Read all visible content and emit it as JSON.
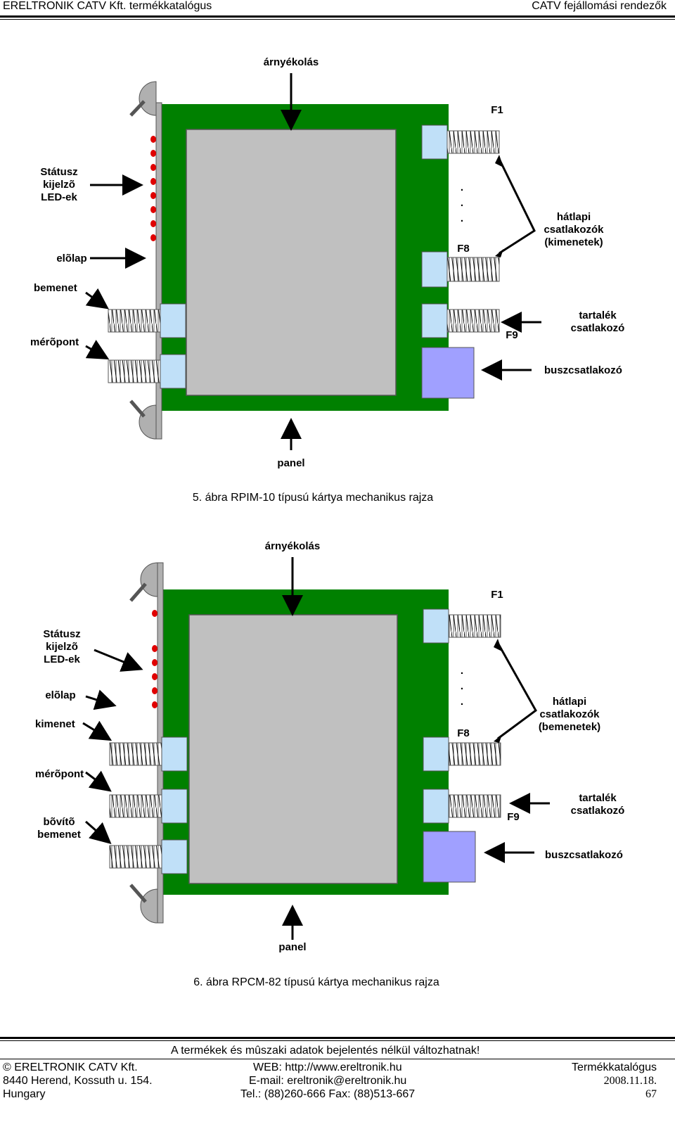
{
  "header": {
    "left": "ERELTRONIK CATV Kft. termékkatalógus",
    "right": "CATV fejállomási rendezők"
  },
  "figure5": {
    "caption": "5. ábra RPIM-10 típusú kártya mechanikus rajza",
    "labels": {
      "shielding": "árnyékolás",
      "f1": "F1",
      "status_line1": "Státusz",
      "status_line2": "kijelzõ",
      "status_line3": "LED-ek",
      "front": "elõlap",
      "dots": ".",
      "f8": "F8",
      "back_line1": "hátlapi",
      "back_line2": "csatlakozók",
      "back_line3": "(kimenetek)",
      "input": "bemenet",
      "testpoint": "mérõpont",
      "f9": "F9",
      "spare_line1": "tartalék",
      "spare_line2": "csatlakozó",
      "bus": "buszcsatlakozó",
      "panel": "panel"
    }
  },
  "figure6": {
    "caption": "6. ábra RPCM-82 típusú kártya mechanikus rajza",
    "labels": {
      "shielding": "árnyékolás",
      "f1": "F1",
      "status_line1": "Státusz",
      "status_line2": "kijelzõ",
      "status_line3": "LED-ek",
      "front": "elõlap",
      "output": "kimenet",
      "dots": ".",
      "f8": "F8",
      "back_line1": "hátlapi",
      "back_line2": "csatlakozók",
      "back_line3": "(bemenetek)",
      "testpoint": "mérõpont",
      "expand_line1": "bõvítõ",
      "expand_line2": "bemenet",
      "f9": "F9",
      "spare_line1": "tartalék",
      "spare_line2": "csatlakozó",
      "bus": "buszcsatlakozó",
      "panel": "panel"
    }
  },
  "footer": {
    "notice": "A termékek és mûszaki adatok bejelentés nélkül változhatnak!",
    "company": "© ERELTRONIK CATV Kft.",
    "address": "8440 Herend, Kossuth u. 154.",
    "country": "Hungary",
    "web": "WEB: http://www.ereltronik.hu",
    "email": "E-mail: ereltronik@ereltronik.hu",
    "phone": "Tel.: (88)260-666 Fax: (88)513-667",
    "catalog": "Termékkatalógus",
    "date": "2008.11.18.",
    "page": "67"
  },
  "colors": {
    "pcb": "#008000",
    "chip": "#c0c0c0",
    "connector": "#c0e0f8",
    "bus_connector": "#a0a0ff",
    "led": "#e00000",
    "front_panel": "#b0b0b0"
  }
}
